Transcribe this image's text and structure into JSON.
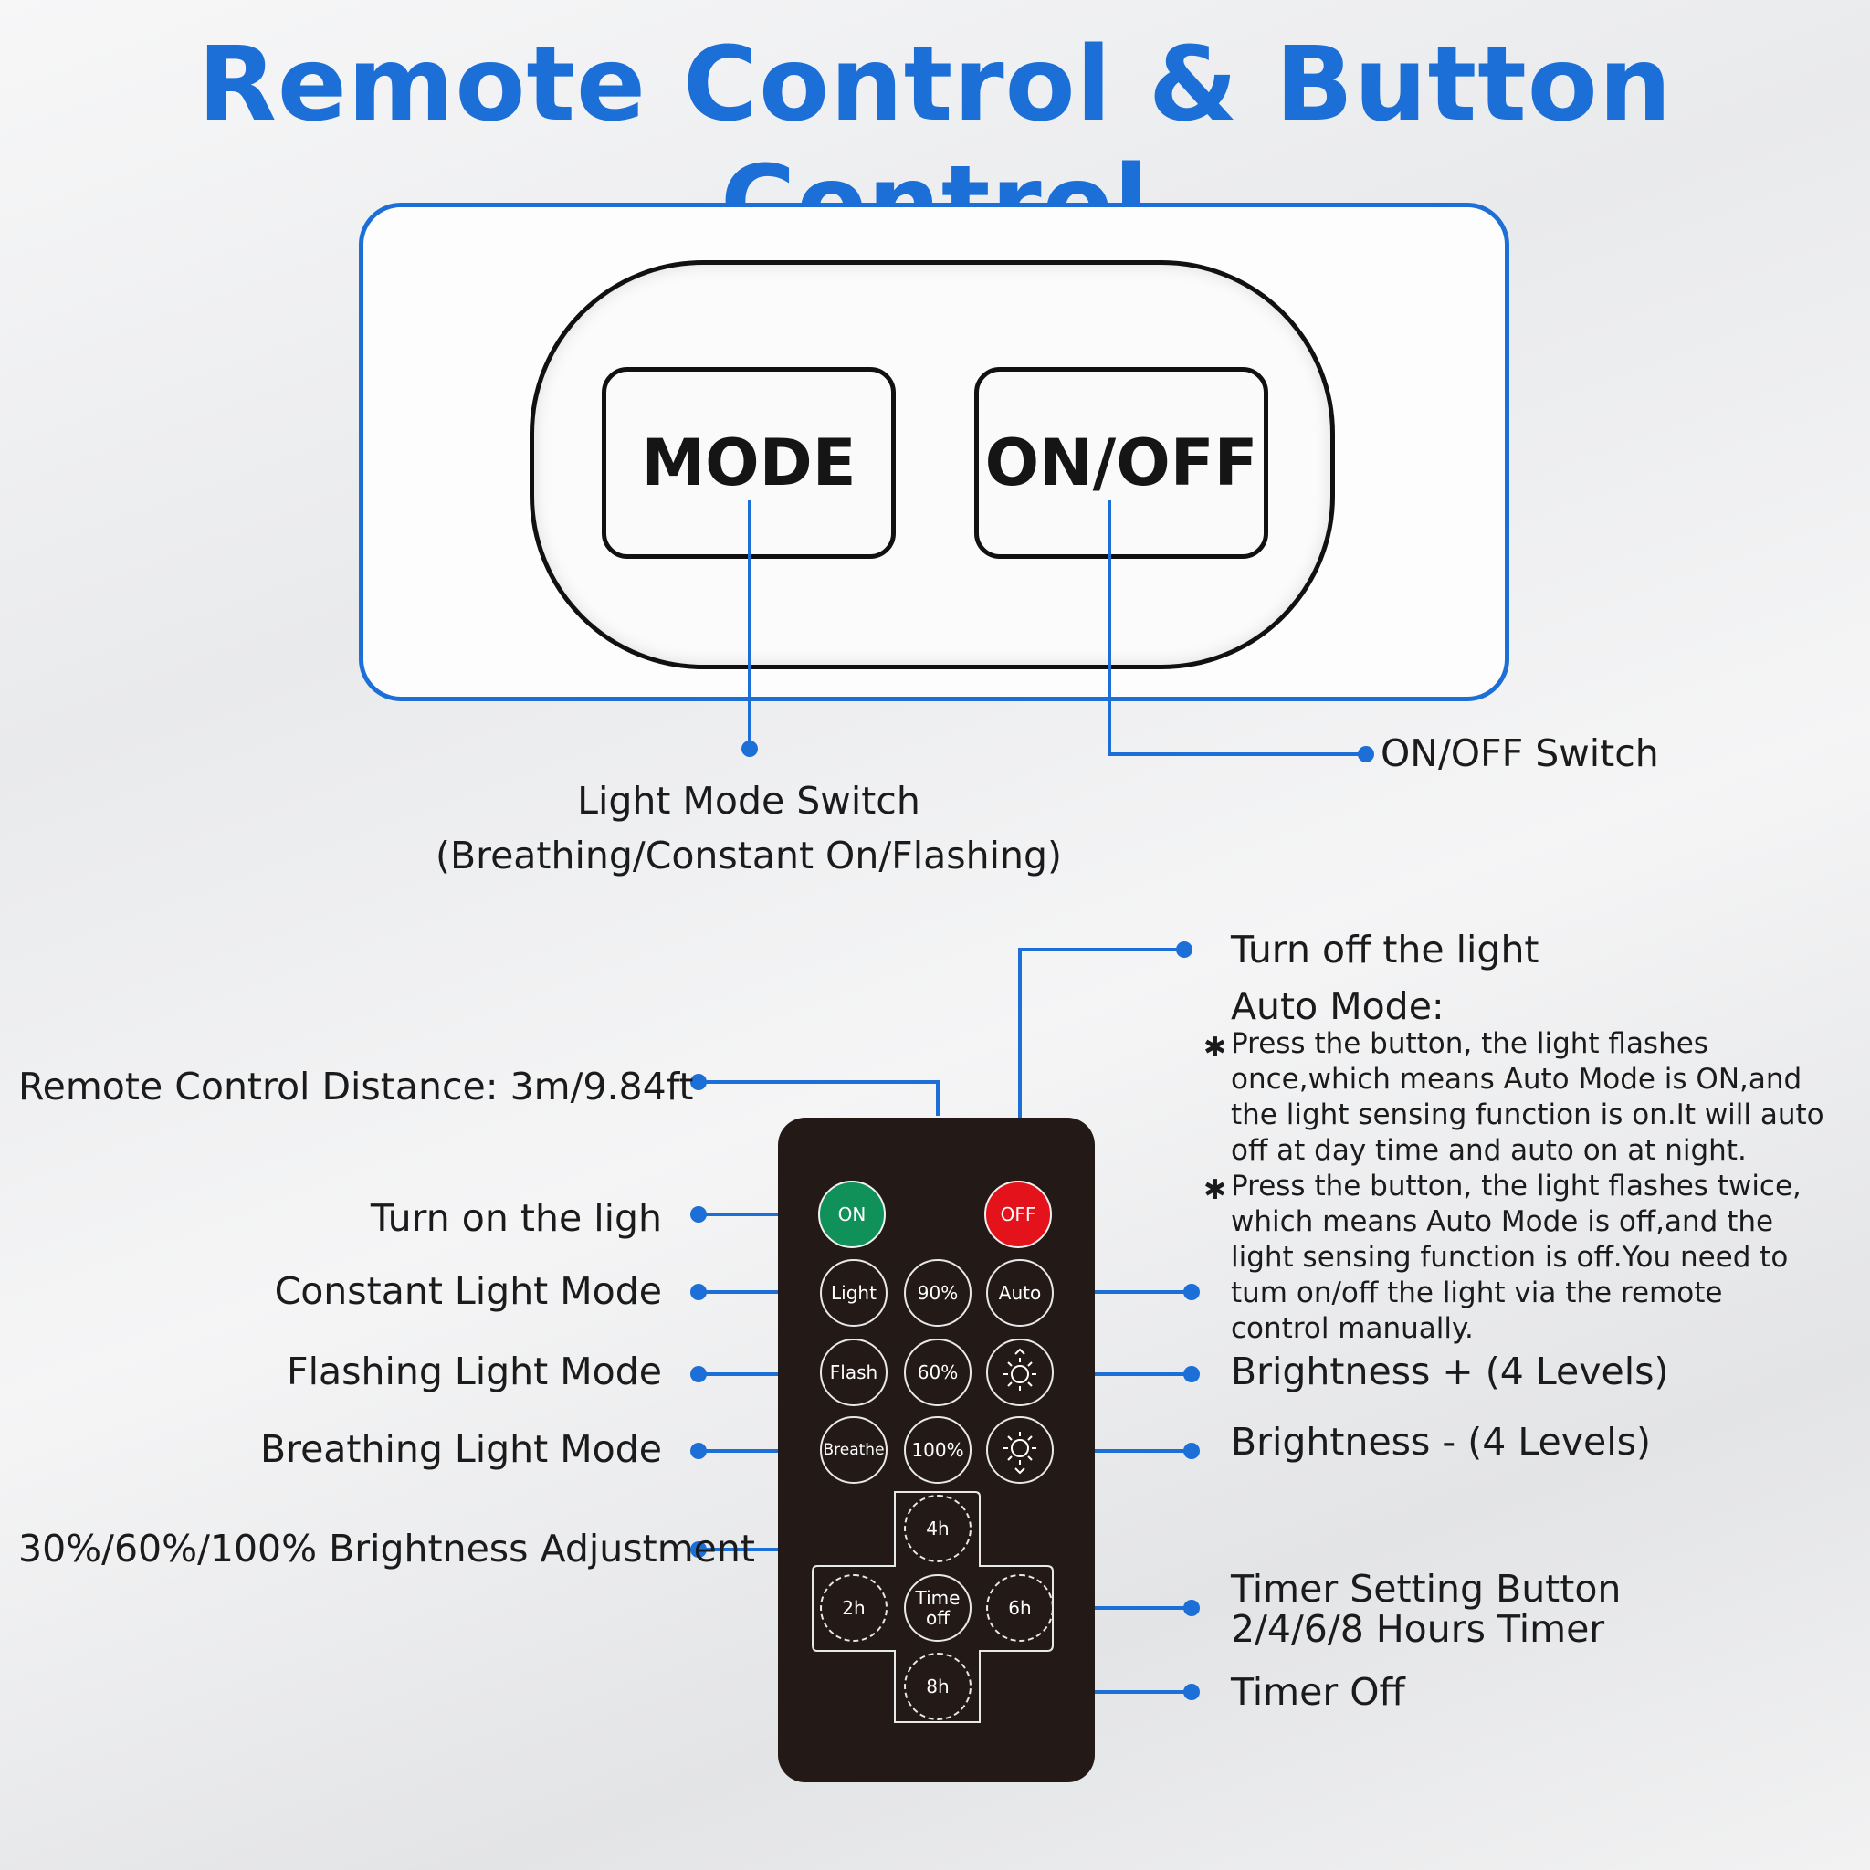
{
  "title": "Remote Control & Button Control",
  "button_panel": {
    "mode_label": "MODE",
    "onoff_label": "ON/OFF",
    "mode_caption_line1": "Light Mode Switch",
    "mode_caption_line2": "(Breathing/Constant On/Flashing)",
    "onoff_caption": "ON/OFF Switch"
  },
  "left_labels": {
    "distance": "Remote Control Distance: 3m/9.84ft",
    "turn_on": "Turn on the ligh",
    "constant": "Constant Light Mode",
    "flashing": "Flashing Light Mode",
    "breathing": "Breathing Light Mode",
    "brightness_adjust": "30%/60%/100% Brightness Adjustment"
  },
  "right_labels": {
    "turn_off": "Turn off the light",
    "auto_title": "Auto Mode:",
    "auto_note_1": "Press the button, the light flashes once,which means Auto Mode is ON,and the light sensing function is on.It will auto off at day time and auto on at night.",
    "auto_note_2": "Press the button, the light flashes twice, which means Auto Mode is off,and the light sensing function is off.You need to tum on/off the light via the remote control manually.",
    "note_marker": "✱",
    "brightness_plus": "Brightness + (4 Levels)",
    "brightness_minus": "Brightness - (4 Levels)",
    "timer_line1": "Timer Setting Button",
    "timer_line2": "2/4/6/8 Hours Timer",
    "timer_off": "Timer Off"
  },
  "remote": {
    "on": "ON",
    "off": "OFF",
    "light": "Light",
    "flash": "Flash",
    "breathe": "Breathe",
    "p90": "90%",
    "p60": "60%",
    "p100": "100%",
    "auto": "Auto",
    "t4": "4h",
    "t2": "2h",
    "t6": "6h",
    "t8": "8h",
    "time_off_1": "Time",
    "time_off_2": "off"
  },
  "colors": {
    "accent_blue": "#1c6fd6",
    "on_green": "#11915a",
    "off_red": "#e3121b",
    "remote_body": "#231a18"
  }
}
